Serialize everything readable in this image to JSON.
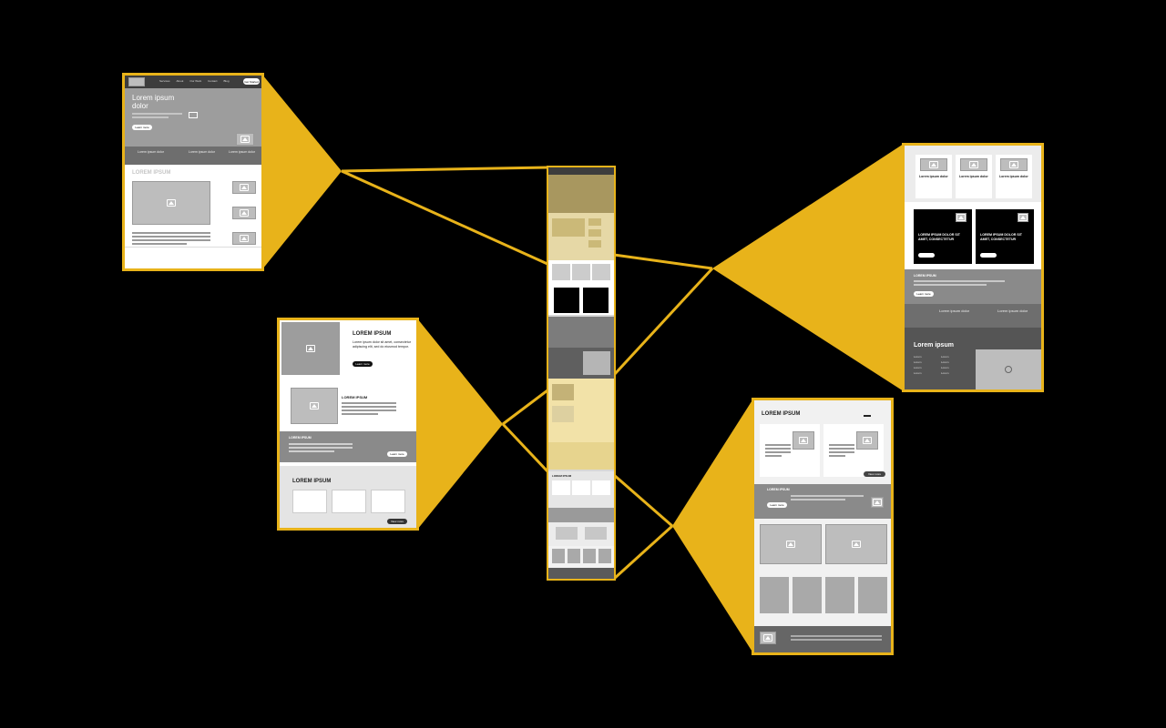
{
  "colors": {
    "accent": "#e8b31a",
    "background": "#000000"
  },
  "top_left": {
    "nav_items": [
      "Services",
      "About",
      "Our Work",
      "Contact",
      "Blog"
    ],
    "nav_button": "Get Started",
    "hero_title": "Lorem ipsum dolor",
    "hero_button": "Learn more",
    "strip_titles": [
      "Lorem ipsum dolor",
      "Lorem ipsum dolor",
      "Lorem ipsum dolor"
    ],
    "section_title": "LOREM IPSUM",
    "icon": "video-camera-icon"
  },
  "middle_left": {
    "title1": "LOREM IPSUM",
    "body1": "Lorem ipsum dolor sit amet, consectetur adipiscing elit, sed do eiusmod tempor.",
    "button1": "Learn more",
    "title2": "LOREM IPSUM",
    "band_title": "LOREM IPSUM",
    "band_button": "Learn more",
    "title3": "LOREM IPSUM",
    "button3": "View more"
  },
  "right_top": {
    "card_titles": [
      "Lorem ipsum dolor",
      "Lorem ipsum dolor",
      "Lorem ipsum dolor"
    ],
    "dark_card_texts": [
      "LOREM IPSUM DOLOR SIT AMET, CONSECTETUR",
      "LOREM IPSUM DOLOR SIT AMET, CONSECTETUR"
    ],
    "band_title": "LOREM IPSUM",
    "band_button": "Learn more",
    "strip_titles": [
      "Lorem ipsum dolor",
      "Lorem ipsum dolor"
    ],
    "footer_title": "Lorem ipsum",
    "footer_links": [
      "Lorem",
      "Lorem",
      "Lorem",
      "Lorem",
      "Lorem",
      "Lorem",
      "Lorem",
      "Lorem"
    ],
    "globe_icon": "globe-icon"
  },
  "bottom_right": {
    "title": "LOREM IPSUM",
    "button": "View more",
    "band_title": "LOREM IPSUM",
    "band_button": "Learn more"
  },
  "center": {
    "title": "LOREM IPSUM"
  }
}
